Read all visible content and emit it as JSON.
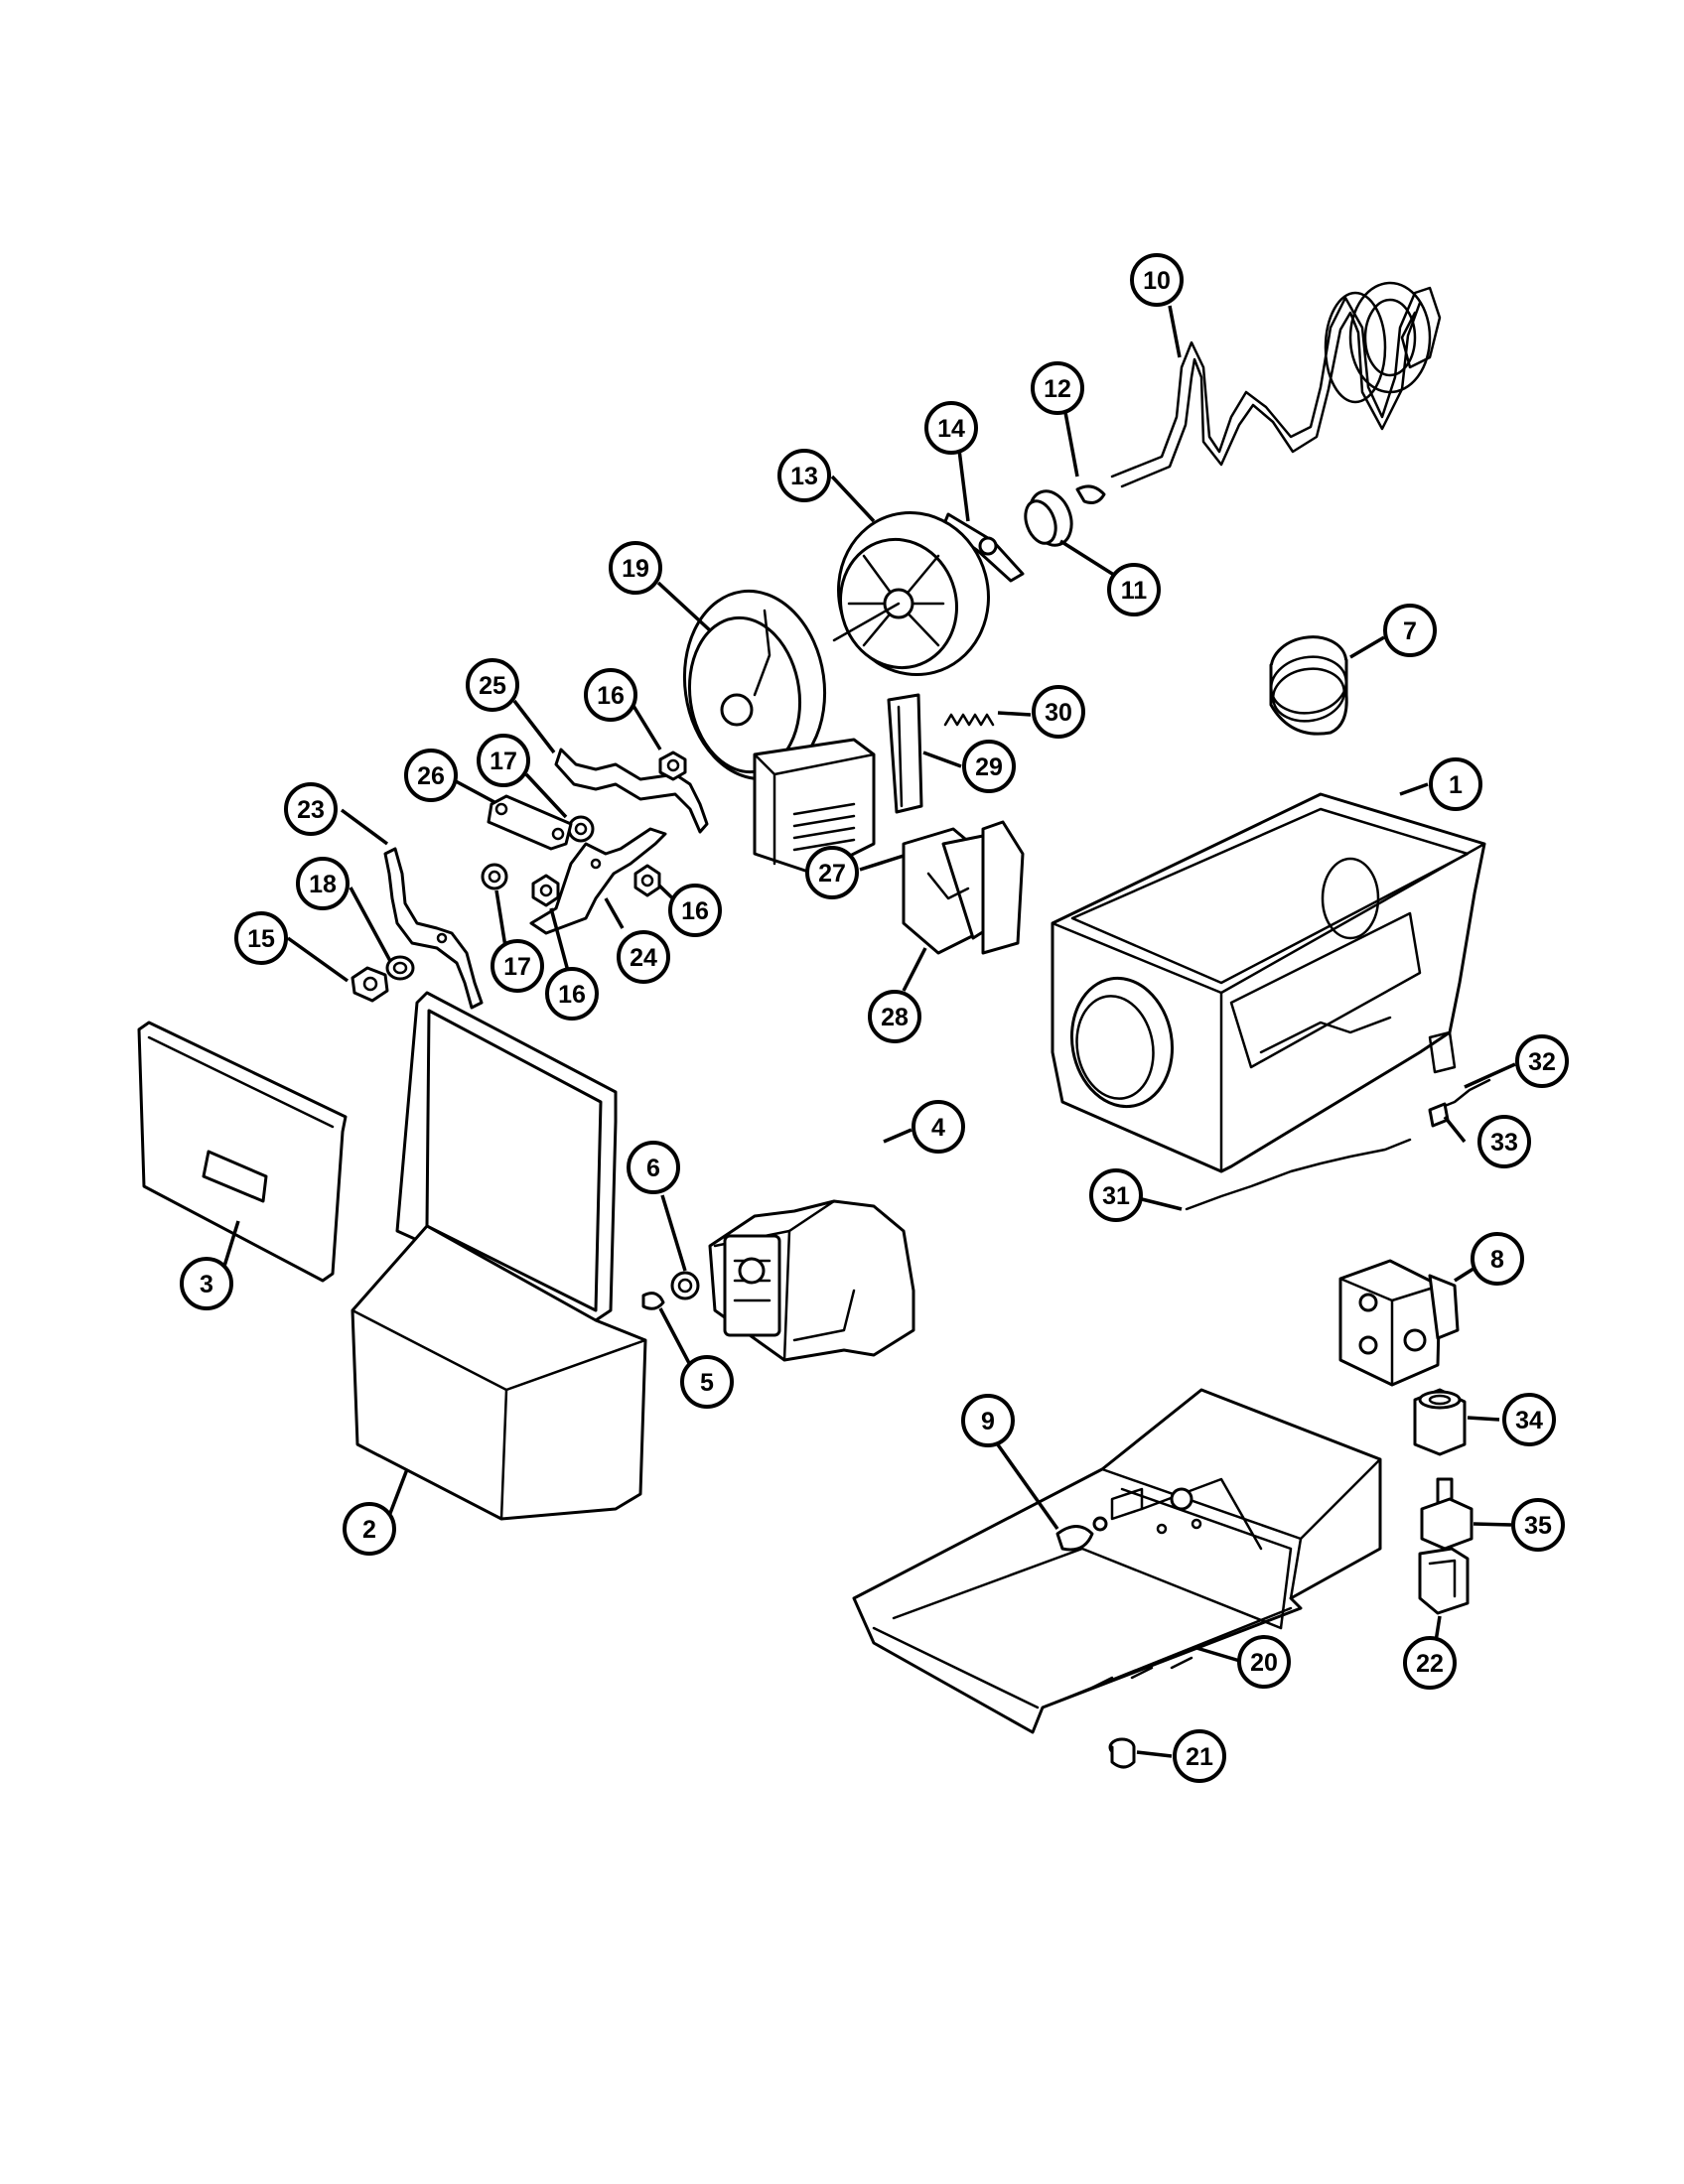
{
  "callouts": [
    {
      "id": "1",
      "label": "1"
    },
    {
      "id": "2",
      "label": "2"
    },
    {
      "id": "3",
      "label": "3"
    },
    {
      "id": "4",
      "label": "4"
    },
    {
      "id": "5",
      "label": "5"
    },
    {
      "id": "6",
      "label": "6"
    },
    {
      "id": "7",
      "label": "7"
    },
    {
      "id": "8",
      "label": "8"
    },
    {
      "id": "9",
      "label": "9"
    },
    {
      "id": "10",
      "label": "10"
    },
    {
      "id": "11",
      "label": "11"
    },
    {
      "id": "12",
      "label": "12"
    },
    {
      "id": "13",
      "label": "13"
    },
    {
      "id": "14",
      "label": "14"
    },
    {
      "id": "15",
      "label": "15"
    },
    {
      "id": "16a",
      "label": "16"
    },
    {
      "id": "16b",
      "label": "16"
    },
    {
      "id": "16c",
      "label": "16"
    },
    {
      "id": "17a",
      "label": "17"
    },
    {
      "id": "17b",
      "label": "17"
    },
    {
      "id": "18",
      "label": "18"
    },
    {
      "id": "19",
      "label": "19"
    },
    {
      "id": "20",
      "label": "20"
    },
    {
      "id": "21",
      "label": "21"
    },
    {
      "id": "22",
      "label": "22"
    },
    {
      "id": "23",
      "label": "23"
    },
    {
      "id": "24",
      "label": "24"
    },
    {
      "id": "25",
      "label": "25"
    },
    {
      "id": "26",
      "label": "26"
    },
    {
      "id": "27",
      "label": "27"
    },
    {
      "id": "28",
      "label": "28"
    },
    {
      "id": "29",
      "label": "29"
    },
    {
      "id": "30",
      "label": "30"
    },
    {
      "id": "31",
      "label": "31"
    },
    {
      "id": "32",
      "label": "32"
    },
    {
      "id": "33",
      "label": "33"
    },
    {
      "id": "34",
      "label": "34"
    },
    {
      "id": "35",
      "label": "35"
    }
  ]
}
